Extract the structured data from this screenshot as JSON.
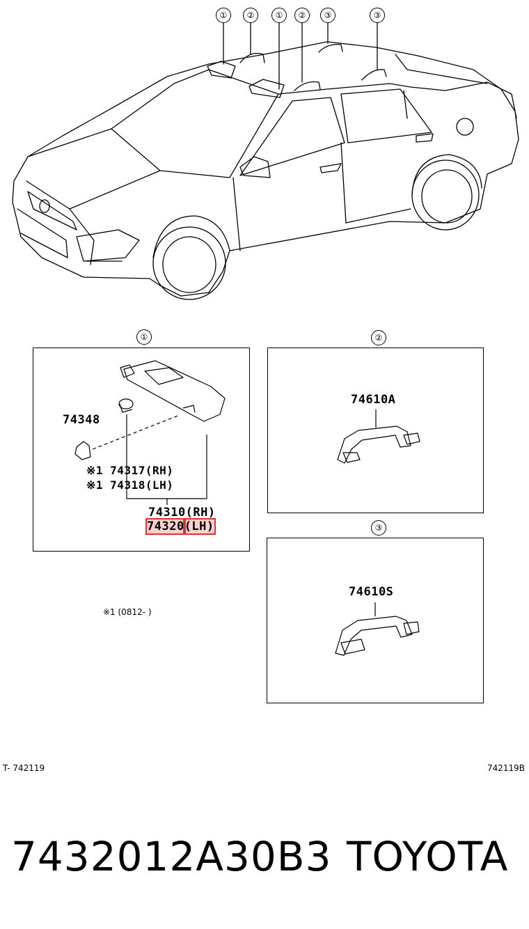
{
  "callouts": {
    "top": [
      "①",
      "②",
      "①",
      "②",
      "③",
      "③"
    ],
    "box1": "①",
    "box2": "②",
    "box3": "③"
  },
  "box1": {
    "part_74348": "74348",
    "part_74317": "※1 74317(RH)",
    "part_74318": "※1 74318(LH)",
    "part_74310": "74310(RH)",
    "part_74320_num": "74320",
    "part_74320_side": "(LH)"
  },
  "box2": {
    "part": "74610A"
  },
  "box3": {
    "part": "74610S"
  },
  "note": "※1 (0812-   )",
  "footer": {
    "left_code": "T- 742119",
    "right_code": "742119B"
  },
  "title": {
    "part_number": "7432012A30B3",
    "brand": "TOYOTA"
  },
  "colors": {
    "highlight": "#e03030",
    "line": "#000000",
    "background": "#ffffff"
  }
}
